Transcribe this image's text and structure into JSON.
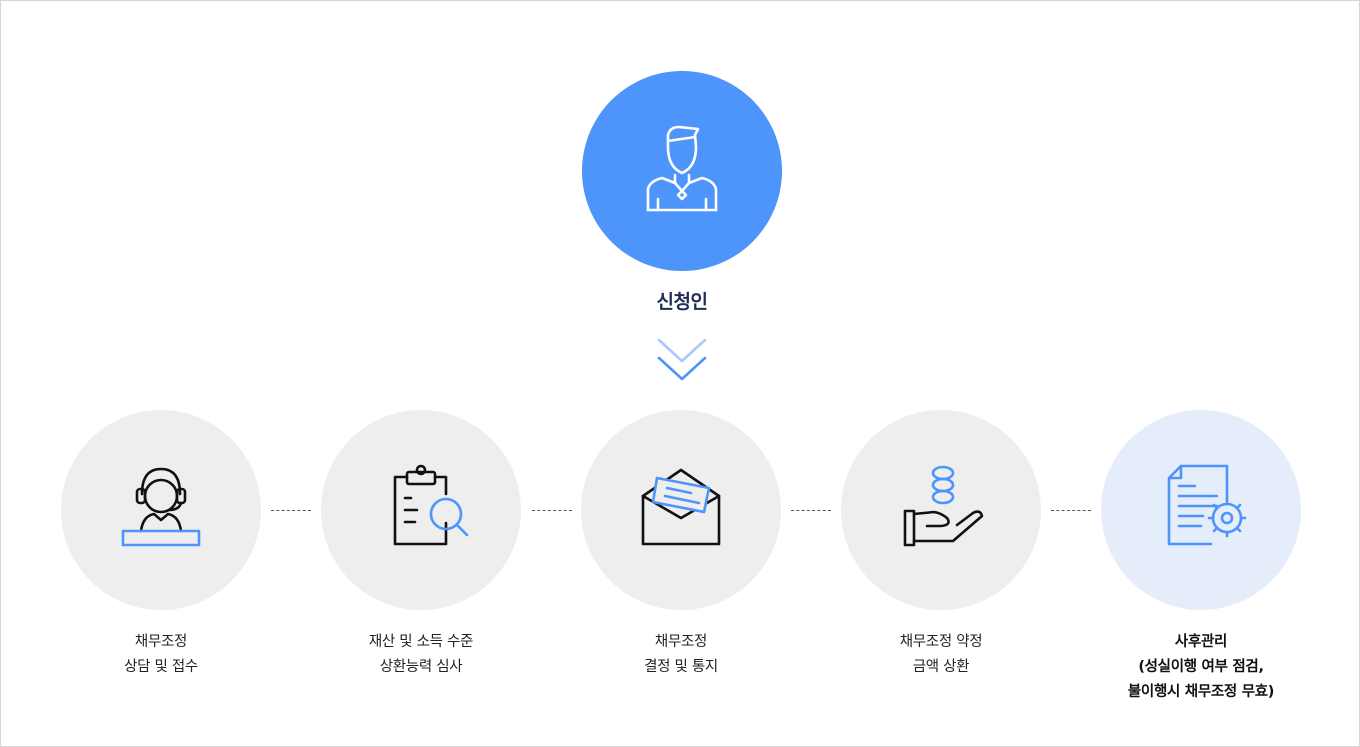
{
  "applicant": {
    "label": "신청인"
  },
  "steps": [
    {
      "lines": [
        "채무조정",
        "상담 및 접수"
      ]
    },
    {
      "lines": [
        "재산 및 소득 수준",
        "상환능력 심사"
      ]
    },
    {
      "lines": [
        "채무조정",
        "결정 및 통지"
      ]
    },
    {
      "lines": [
        "채무조정 약정",
        "금액 상환"
      ]
    },
    {
      "lines": [
        "사후관리",
        "(성실이행 여부 점검,",
        "불이행시 채무조정 무효)"
      ]
    }
  ],
  "colors": {
    "accent": "#4d94fb",
    "circle_gray": "#eeeeee",
    "circle_final": "#e5edfb",
    "label_dark": "#1f2d55"
  },
  "icons": [
    "person-icon",
    "double-chevron-down-icon",
    "headset-agent-icon",
    "clipboard-search-icon",
    "envelope-letter-icon",
    "hand-coins-icon",
    "document-gear-icon"
  ]
}
